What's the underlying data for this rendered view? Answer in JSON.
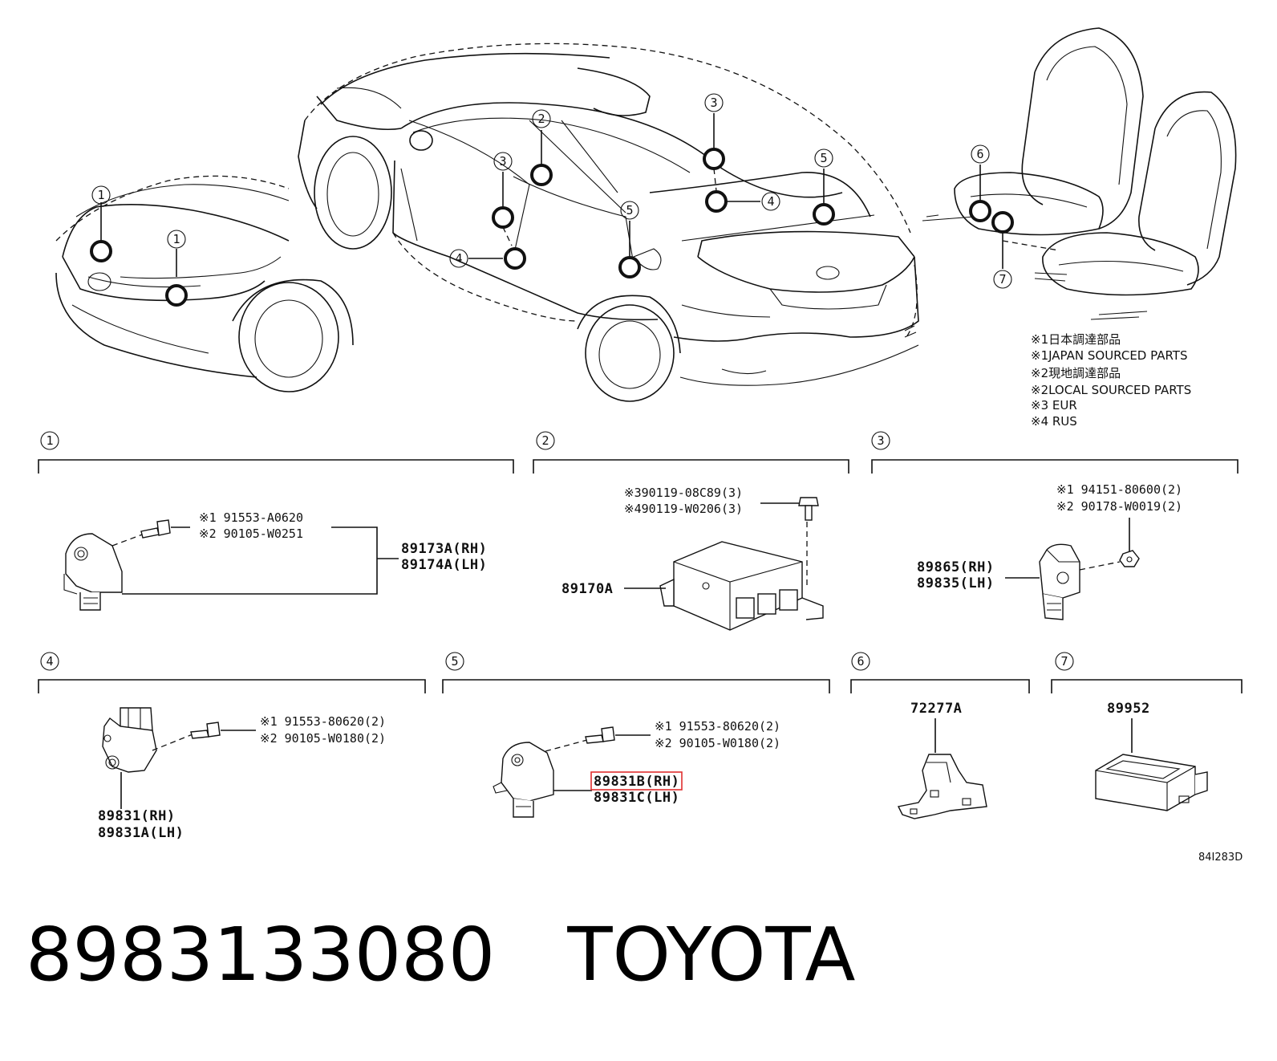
{
  "legend": [
    "※1日本調達部品",
    "※1JAPAN SOURCED PARTS",
    "※2現地調達部品",
    "※2LOCAL SOURCED PARTS",
    "※3 EUR",
    "※4 RUS"
  ],
  "overview": {
    "callouts": [
      "1",
      "1",
      "2",
      "3",
      "3",
      "4",
      "4",
      "5",
      "5",
      "6",
      "7"
    ]
  },
  "sections": [
    {
      "number": "1",
      "bolts": [
        "※1 91553-A0620",
        "※2 90105-W0251"
      ],
      "parts": [
        "89173A(RH)",
        "89174A(LH)"
      ]
    },
    {
      "number": "2",
      "bolts": [
        "※390119-08C89(3)",
        "※490119-W0206(3)"
      ],
      "parts": [
        "89170A"
      ]
    },
    {
      "number": "3",
      "bolts": [
        "※1 94151-80600(2)",
        "※2 90178-W0019(2)"
      ],
      "parts": [
        "89865(RH)",
        "89835(LH)"
      ]
    },
    {
      "number": "4",
      "bolts": [
        "※1 91553-80620(2)",
        "※2 90105-W0180(2)"
      ],
      "parts": [
        "89831(RH)",
        "89831A(LH)"
      ]
    },
    {
      "number": "5",
      "bolts": [
        "※1 91553-80620(2)",
        "※2 90105-W0180(2)"
      ],
      "parts": [
        "89831B(RH)",
        "89831C(LH)"
      ],
      "highlighted_part": "89831B(RH)",
      "highlight_color": "#e03030"
    },
    {
      "number": "6",
      "parts": [
        "72277A"
      ]
    },
    {
      "number": "7",
      "parts": [
        "89952"
      ]
    }
  ],
  "diagram_code": "84I283D",
  "footer": {
    "part_number": "8983133080",
    "brand": "TOYOTA"
  }
}
